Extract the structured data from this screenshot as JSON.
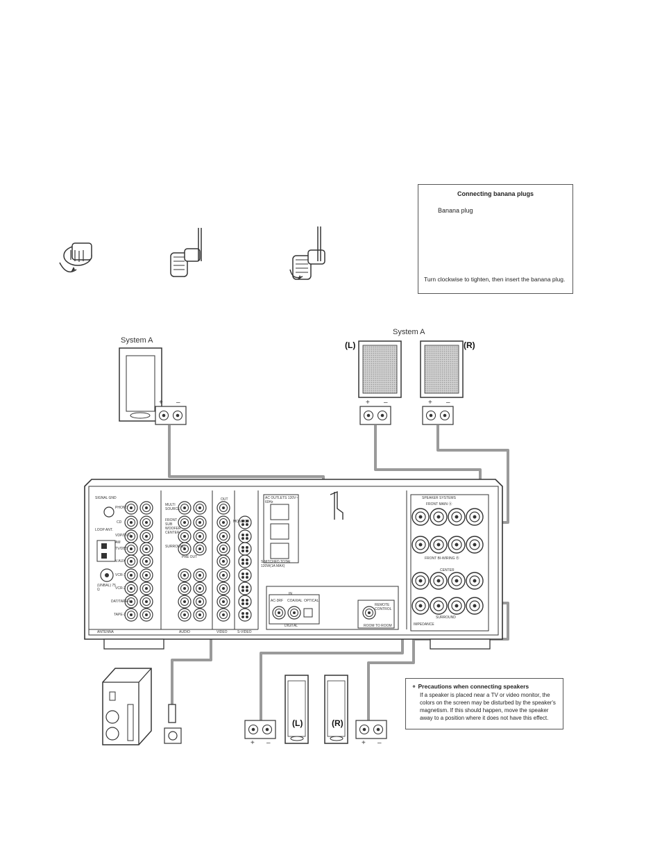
{
  "banana": {
    "title": "Connecting banana plugs",
    "label": "Banana plug",
    "caption": "Turn clockwise to tighten, then insert the banana plug."
  },
  "labels": {
    "system_a_left": "System A",
    "system_a_right": "System A",
    "front_l": "(L)",
    "front_r": "(R)",
    "rear_l": "(L)",
    "rear_r": "(R)",
    "plus": "+",
    "minus": "–"
  },
  "panel": {
    "signal_gnd": "SIGNAL GND",
    "phono": "PHONO",
    "cd": "CD",
    "vdp_dvd": "VDP/DVD",
    "tv_dbs": "TV/DBS",
    "v_aux": "V.AUX",
    "vcr1": "VCR-1",
    "vcr2": "VCR-2",
    "dat_tape1": "DAT/TAPE-1",
    "tape2": "TAPE-2",
    "loop_ant": "LOOP ANT.",
    "am": "AM",
    "unbal": "(UNBAL) 75 Ω",
    "antenna": "ANTENNA",
    "audio": "AUDIO",
    "video": "VIDEO",
    "s_video": "S-VIDEO",
    "multi_source": "MULTI SOURCE",
    "front_sub_woofer_center": "FRONT SUB WOOFER CENTER",
    "surround": "SURROUND",
    "pre_out": "PRE OUT",
    "monitor": "MONITOR",
    "ac_outlets": "AC OUTLETS 120V~ 60Hz",
    "switched": "SWITCHED TOTAL 120W(1A MAX)",
    "digital": "DIGITAL",
    "ac3_rf": "AC-3RF",
    "coaxial": "COAXIAL",
    "optical": "OPTICAL",
    "in": "IN",
    "remote_control": "REMOTE CONTROL",
    "room_to_room": "ROOM TO ROOM",
    "speaker_systems": "SPEAKER SYSTEMS",
    "front_main_a": "FRONT MAIN Ⓐ",
    "front_bi_wiring_b": "FRONT BI-WIRING Ⓑ",
    "center": "CENTER",
    "surround_spk": "SURROUND",
    "impedance": "IMPEDANCE",
    "out": "OUT"
  },
  "precautions": {
    "title": "Precautions when connecting speakers",
    "body": "If a speaker is placed near a TV or video monitor, the colors on the screen may be disturbed by the speaker's magnetism. If this should happen, move the speaker away to a position where it does not have this effect."
  },
  "colors": {
    "cable": "#9a9a9a",
    "line": "#333333",
    "speaker_grille": "#c8c8c8"
  }
}
